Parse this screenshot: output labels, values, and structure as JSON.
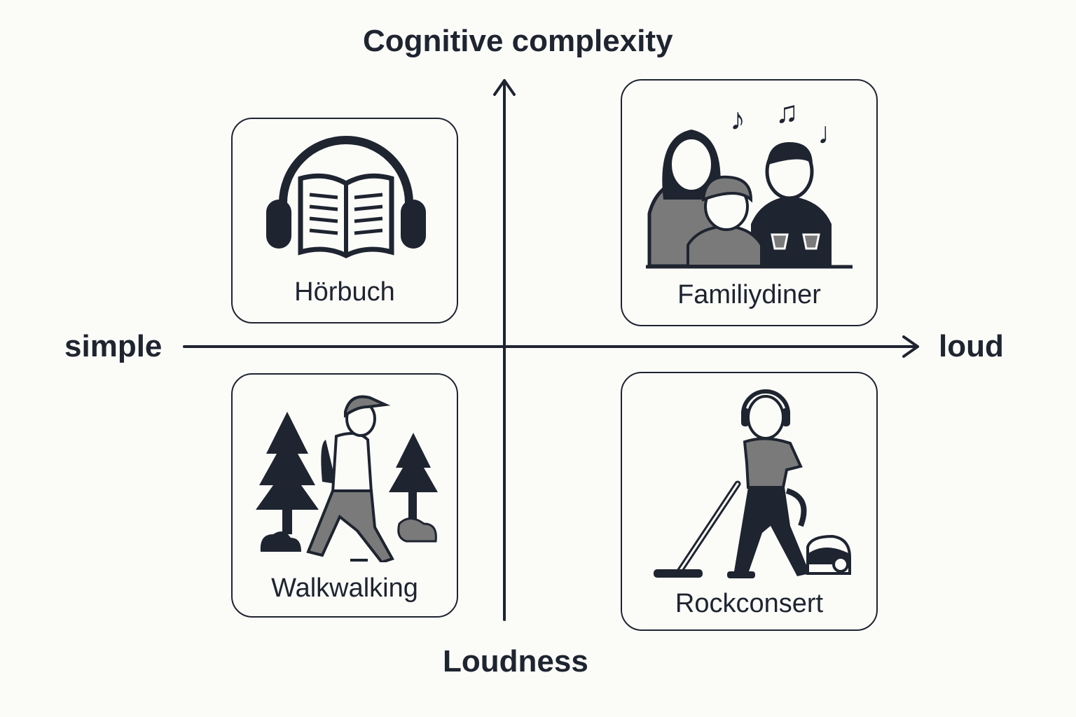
{
  "title": "Cognitive complexity",
  "x_axis": {
    "label": "Loudness",
    "left_label": "simple",
    "right_label": "loud"
  },
  "cards": [
    {
      "label": "Hörbuch",
      "icon": "headphones-book-icon"
    },
    {
      "label": "Familiydiner",
      "icon": "family-dinner-icon"
    },
    {
      "label": "Walkwalking",
      "icon": "hiker-trees-icon"
    },
    {
      "label": "Rockconsert",
      "icon": "person-vacuuming-icon"
    }
  ],
  "colors": {
    "ink": "#1e2430",
    "gray": "#7a7a7a",
    "background": "#fbfbf8"
  }
}
